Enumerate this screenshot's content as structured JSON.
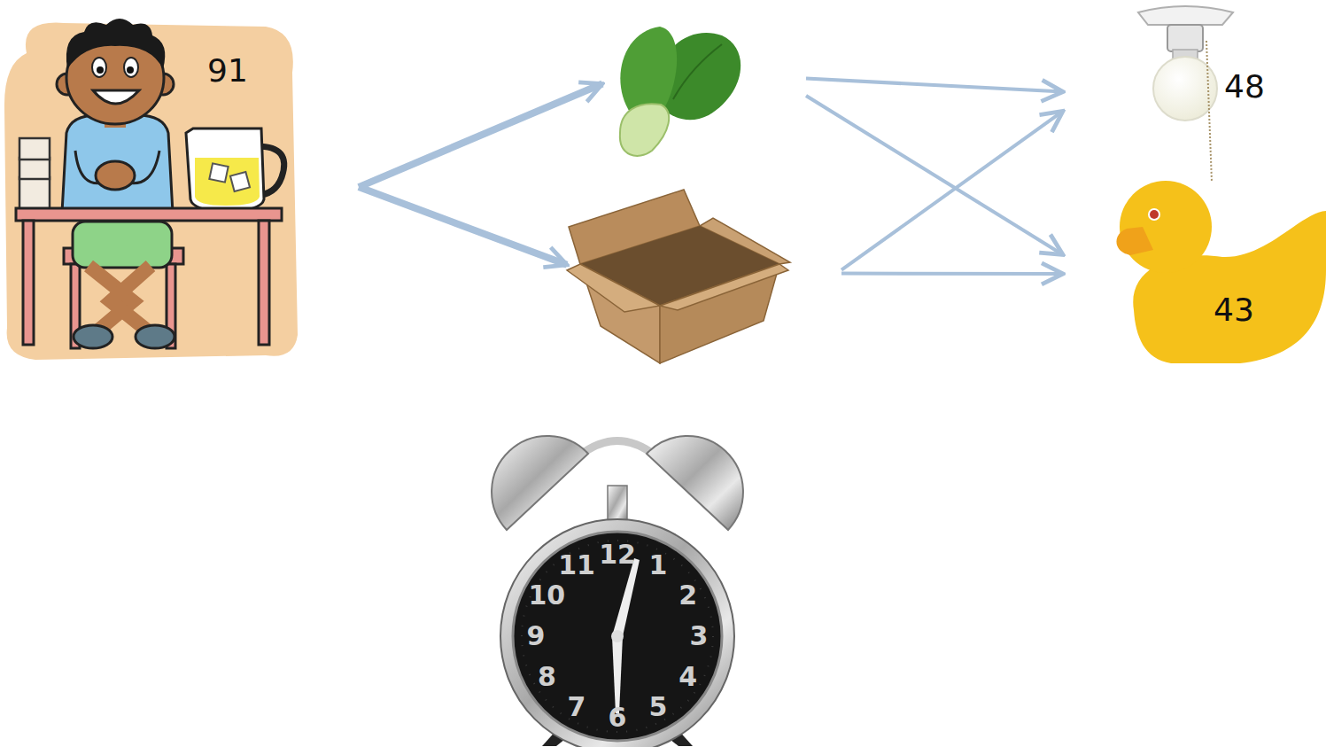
{
  "diagram": {
    "nodes": [
      {
        "text": [
          "91"
        ]
      },
      {
        "text": []
      },
      {
        "text": []
      },
      {
        "text": [
          "48"
        ]
      },
      {
        "text": [
          "43"
        ]
      }
    ],
    "edges": [
      {
        "from": 0,
        "to": 1,
        "arrow": "to"
      },
      {
        "from": 0,
        "to": 2,
        "arrow": "to"
      },
      {
        "from": 1,
        "to": 3,
        "arrow": "to"
      },
      {
        "from": 1,
        "to": 4,
        "arrow": "to"
      },
      {
        "from": 2,
        "to": 3,
        "arrow": "to"
      },
      {
        "from": 2,
        "to": 4,
        "arrow": "to"
      }
    ],
    "labels": [
      "12",
      "1",
      "2",
      "3",
      "4",
      "5",
      "6",
      "7",
      "8",
      "9",
      "10",
      "11"
    ]
  }
}
